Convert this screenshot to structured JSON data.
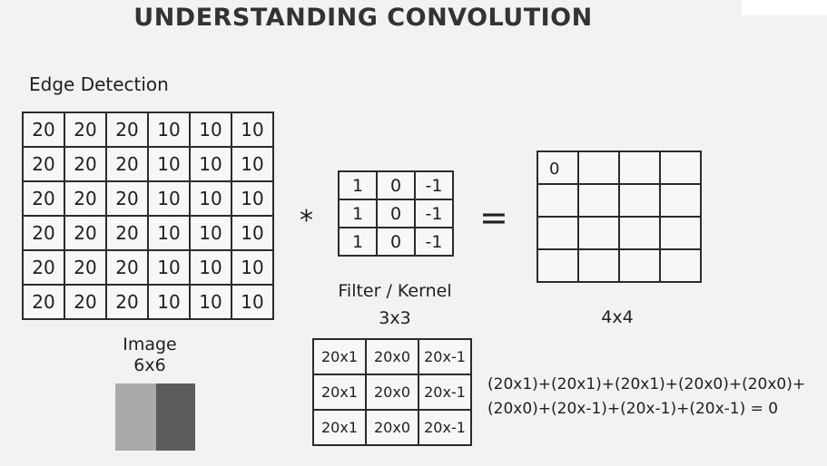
{
  "title": "UNDERSTANDING CONVOLUTION",
  "subtitle": "Edge Detection",
  "image_matrix": [
    [
      "20",
      "20",
      "20",
      "10",
      "10",
      "10"
    ],
    [
      "20",
      "20",
      "20",
      "10",
      "10",
      "10"
    ],
    [
      "20",
      "20",
      "20",
      "10",
      "10",
      "10"
    ],
    [
      "20",
      "20",
      "20",
      "10",
      "10",
      "10"
    ],
    [
      "20",
      "20",
      "20",
      "10",
      "10",
      "10"
    ],
    [
      "20",
      "20",
      "20",
      "10",
      "10",
      "10"
    ]
  ],
  "image_label": {
    "name": "Image",
    "size": "6x6"
  },
  "operator_convolve": "*",
  "kernel_matrix": [
    [
      "1",
      "0",
      "-1"
    ],
    [
      "1",
      "0",
      "-1"
    ],
    [
      "1",
      "0",
      "-1"
    ]
  ],
  "kernel_label": {
    "name": "Filter / Kernel",
    "size": "3x3"
  },
  "operator_equals": "=",
  "output_matrix": [
    [
      "0",
      "",
      "",
      ""
    ],
    [
      "",
      "",
      "",
      ""
    ],
    [
      "",
      "",
      "",
      ""
    ],
    [
      "",
      "",
      "",
      ""
    ]
  ],
  "output_label": {
    "size": "4x4"
  },
  "calc_matrix": [
    [
      "20x1",
      "20x0",
      "20x-1"
    ],
    [
      "20x1",
      "20x0",
      "20x-1"
    ],
    [
      "20x1",
      "20x0",
      "20x-1"
    ]
  ],
  "equation": {
    "line1": "(20x1)+(20x1)+(20x1)+(20x0)+(20x0)+",
    "line2": "(20x0)+(20x-1)+(20x-1)+(20x-1) = 0"
  },
  "colors": {
    "background": "#f2f2f2",
    "grid_border": "#2b2b2b",
    "swatch_light": "#a9a9a9",
    "swatch_dark": "#5b5b5b"
  }
}
